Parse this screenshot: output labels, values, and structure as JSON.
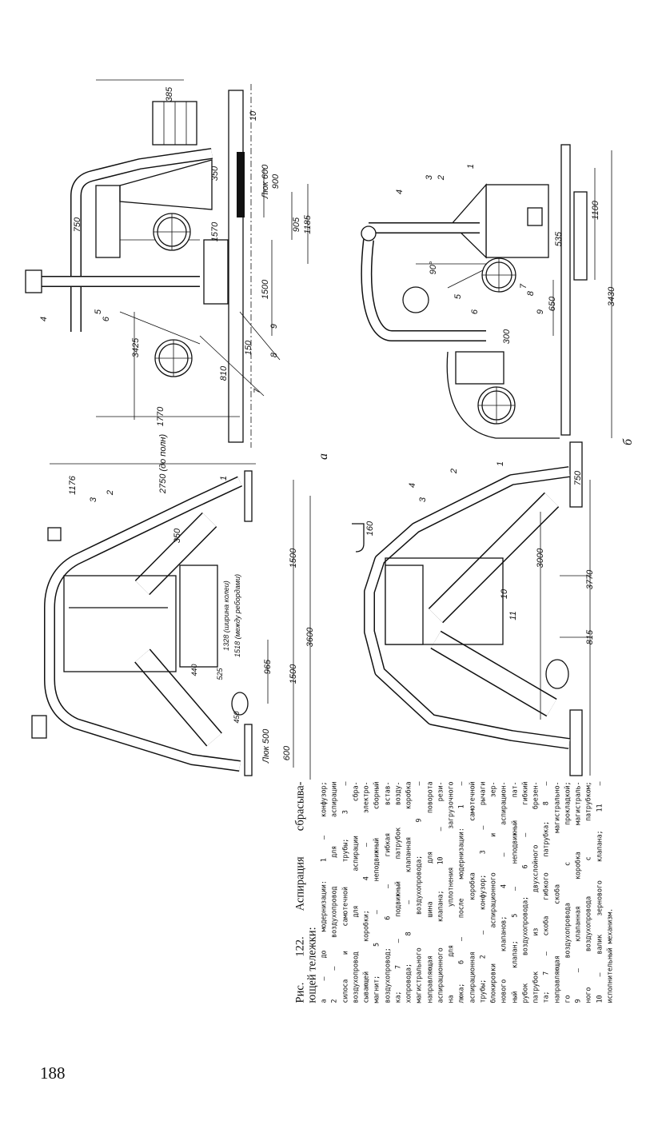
{
  "page_number": "188",
  "caption": {
    "title_lines": [
      "Рис. 122. Аспирация сбрасыва-",
      "ющей тележки:"
    ],
    "lines": [
      "а — до модернизации: 1 — конфузор;",
      "2 — воздухопровод для аспирации",
      "силоса и самотечной трубы; 3 —",
      "воздухопровод для аспирации сбра-",
      "сывающей коробки; 4 — электро-",
      "магнит; 5 — неподвижный сборный",
      "воздухопровод; 6 — гибкая встав-",
      "ка; 7 — подвижный патрубок возду-",
      "хопровода; 8 — клапанная коробка",
      "магистрального воздухопровода; 9 —",
      "направляющая шина для поворота",
      "аспирационного клапана; 10 — рези-",
      "на для уплотнения загрузочного",
      "люка; б — после модернизации: 1 —",
      "аспирационная коробка самотечной",
      "трубы; 2 — конфузор; 3 — рычаги",
      "блокировки аспирационного и зер-",
      "нового клапанов; 4 — аспирацион-",
      "ный клапан; 5 — неподвижный пат-",
      "рубок воздухопровода; 6 — гибкий",
      "патрубок из двухслойного брезен-",
      "та; 7 — скоба гибкого патрубка; 8 —",
      "направляющая скоба магистрально-",
      "го воздухопровода с прокладкой;",
      "9 — клапанная коробка магистраль-",
      "ного воздухопровода с патрубком;",
      "10 — валик зернового клапана; 11 —",
      "исполнительный механизм."
    ]
  },
  "drawings": {
    "top_left": {
      "labels": [
        "385",
        "10",
        "750",
        "350",
        "Люк 600",
        "900",
        "1570",
        "905",
        "1185",
        "1500",
        "4",
        "5",
        "6",
        "9",
        "150",
        "8",
        "3425",
        "810",
        "7",
        "1770"
      ]
    },
    "top_right": {
      "figure_letter": "б",
      "labels": [
        "1",
        "2",
        "3",
        "4",
        "1100",
        "535",
        "90°",
        "5",
        "6",
        "7",
        "8",
        "9",
        "300",
        "650",
        "3430"
      ]
    },
    "bottom_left": {
      "labels": [
        "2750 (до полн)",
        "1176",
        "3",
        "2",
        "1",
        "350",
        "1500",
        "3600",
        "1328 (ширина колеи)",
        "1518 (между ребордами)",
        "965",
        "1500",
        "525",
        "440",
        "450",
        "Люк 500",
        "600"
      ]
    },
    "bottom_right": {
      "figure_letter": "а",
      "labels": [
        "160",
        "4",
        "3",
        "2",
        "1",
        "750",
        "3000",
        "3770",
        "10",
        "11",
        "815"
      ]
    }
  }
}
